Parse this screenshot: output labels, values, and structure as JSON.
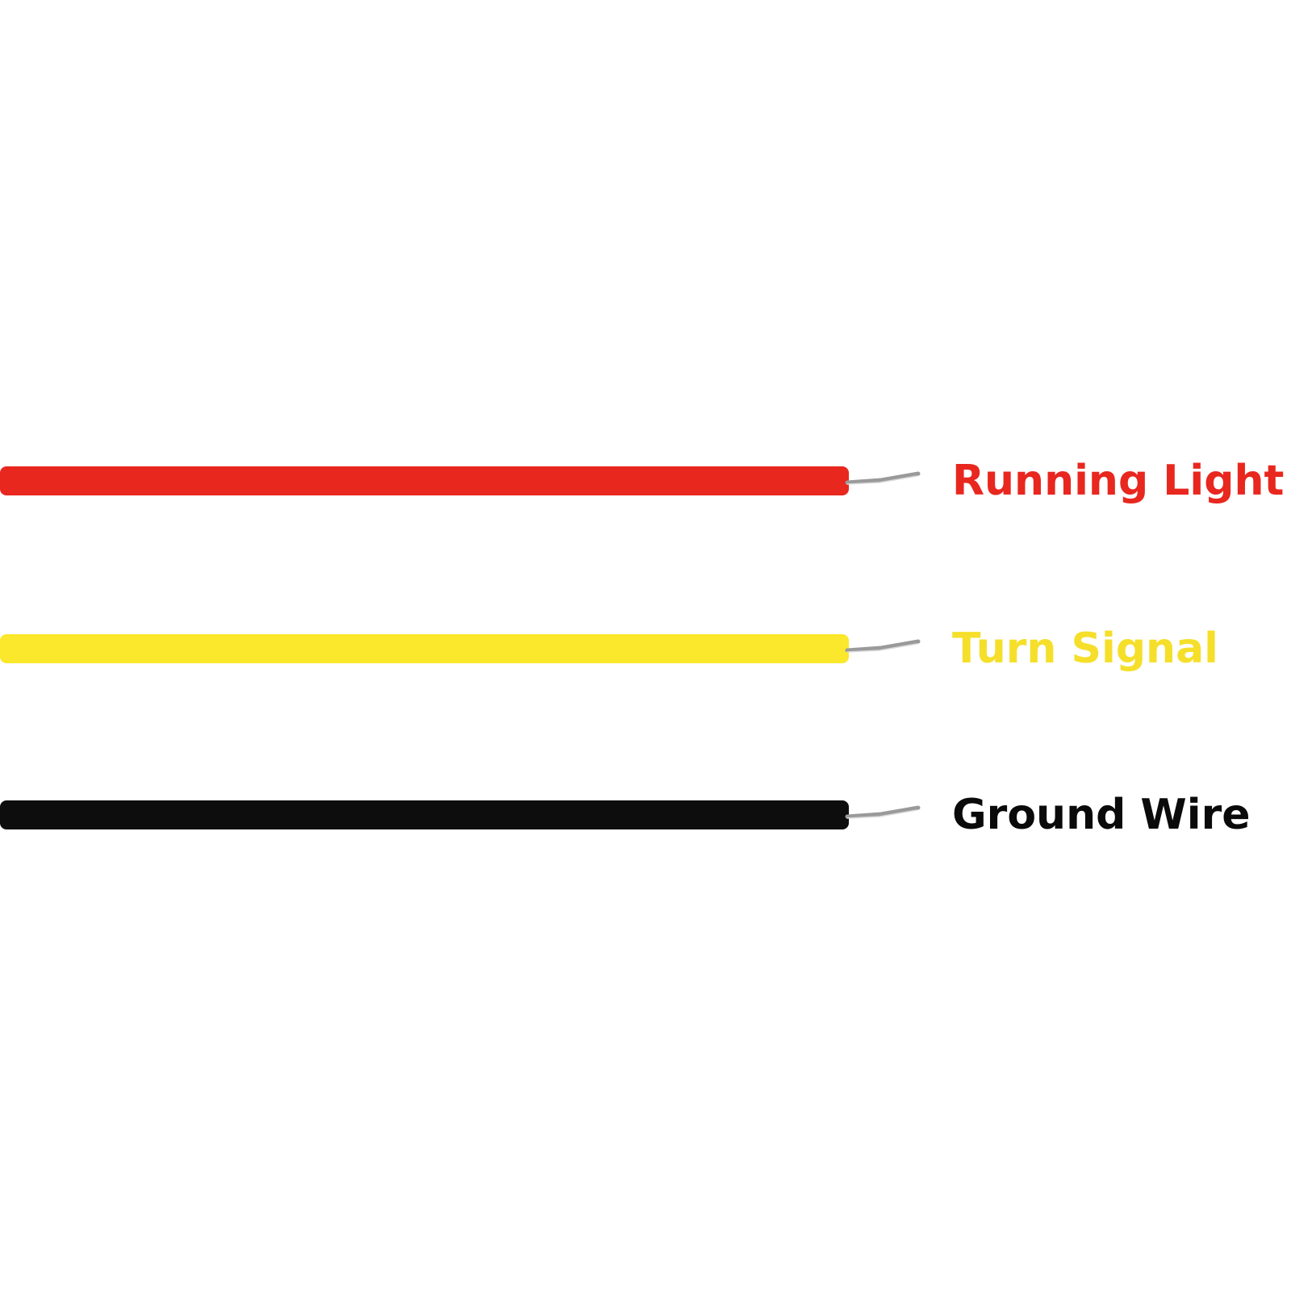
{
  "wires": [
    {
      "label": "Running Light",
      "insulation_color": "#e8271f",
      "text_color": "#e8271f",
      "icon": "red-wire-icon"
    },
    {
      "label": "Turn Signal",
      "insulation_color": "#fbe72b",
      "text_color": "#f5df2a",
      "icon": "yellow-wire-icon"
    },
    {
      "label": "Ground Wire",
      "insulation_color": "#0d0d0d",
      "text_color": "#0a0a0a",
      "icon": "black-wire-icon"
    }
  ],
  "conductor_color": "#9a9a9a"
}
